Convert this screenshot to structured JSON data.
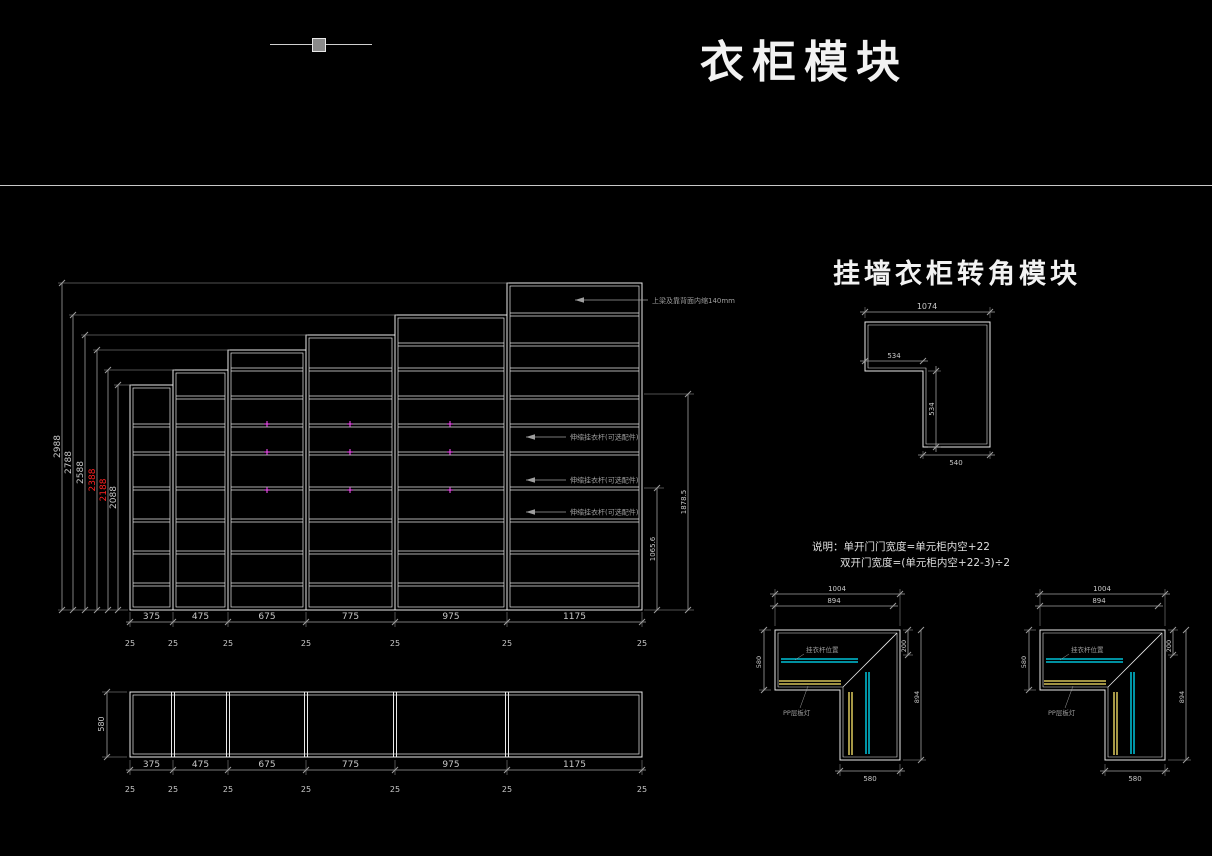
{
  "title": "衣柜模块",
  "subtitle": "挂墙衣柜转角模块",
  "notes": {
    "line1": "说明：单开门门宽度=单元柜内空+22",
    "line2": "双开门宽度=(单元柜内空+22-3)÷2"
  },
  "colors": {
    "background": "#000000",
    "line": "#e8e8e8",
    "dim": "#9f9f9f",
    "text": "#c9c9c9",
    "red": "#ff2222",
    "magenta": "#ff55ff",
    "cyan": "#00e5ff",
    "yellow": "#ffe96b"
  },
  "elevation": {
    "width_dims": [
      "375",
      "475",
      "675",
      "775",
      "975",
      "1175"
    ],
    "spacer_dim": "25",
    "height_dims": [
      "2988",
      "2788",
      "2588",
      "2388",
      "2188",
      "2088"
    ],
    "height_dim_red": [
      false,
      false,
      false,
      true,
      true,
      false
    ],
    "right_dims": [
      "1878.5",
      "1065.6"
    ],
    "top_note": "上梁及靠背面内缩140mm",
    "rod_note": "伸缩挂衣杆(可选配件)"
  },
  "plan": {
    "depth_dim": "580",
    "width_dims": [
      "375",
      "475",
      "675",
      "775",
      "975",
      "1175"
    ],
    "spacer_dim": "25"
  },
  "corner_module": {
    "top_dim": "1074",
    "inner_dim": "534",
    "side_dim": "534",
    "leg_dim": "540"
  },
  "corner_details": {
    "rod_label": "挂衣杆位置",
    "light_label": "PP层板灯",
    "top_dim": "1004",
    "inner_top_dim": "894",
    "offset_dim": "200",
    "side_dim": "894",
    "depth_dim": "580",
    "leg_dim": "580"
  }
}
